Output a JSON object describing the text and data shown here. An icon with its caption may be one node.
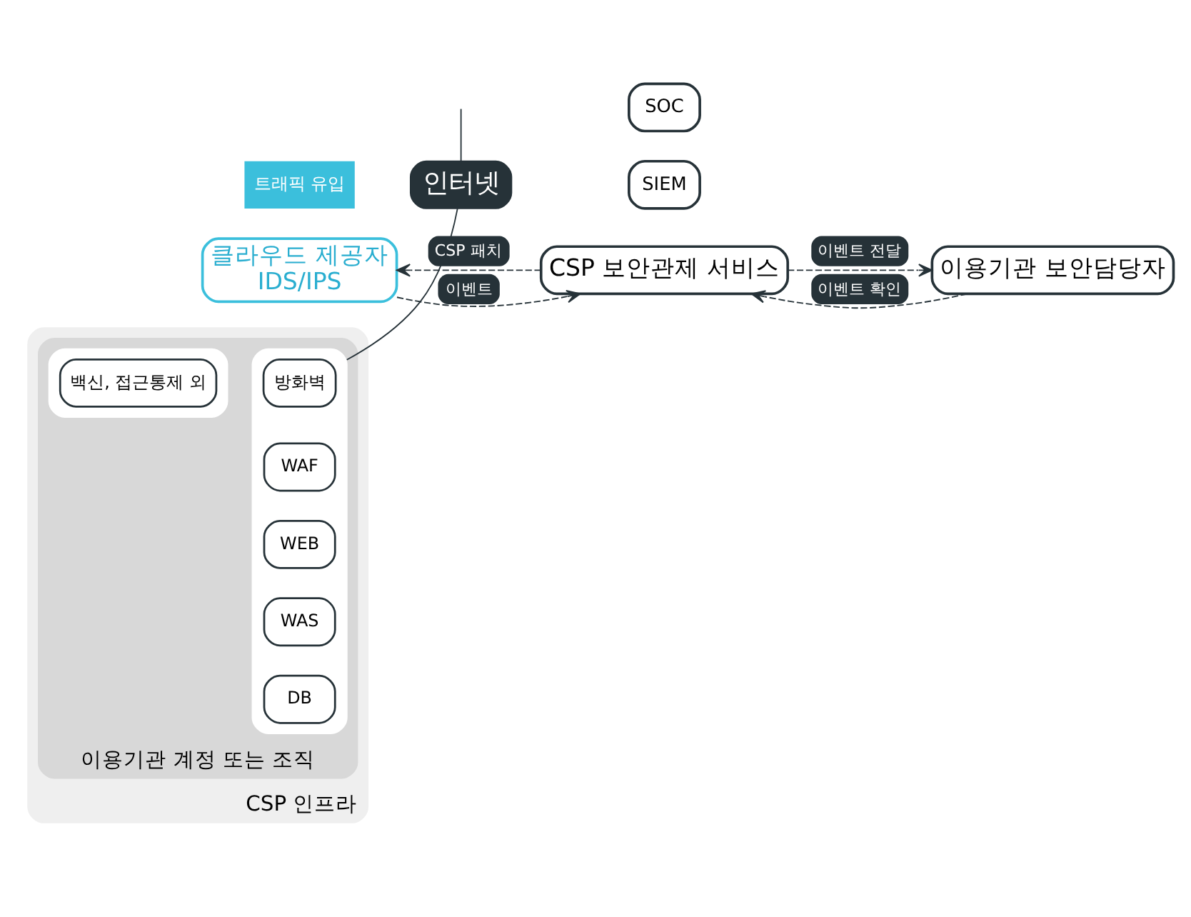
{
  "diagram": {
    "nodes": [
      {
        "text": [
          "인터넷"
        ]
      },
      {
        "text": [
          "클라우드 제공자",
          "IDS/IPS"
        ]
      },
      {
        "text": [
          "CSP 보안관제 서비스"
        ]
      },
      {
        "text": [
          "SOC"
        ]
      },
      {
        "text": [
          "SIEM"
        ]
      },
      {
        "text": [
          "이용기관 보안담당자"
        ]
      },
      {
        "text": [
          "CSP 인프라"
        ]
      },
      {
        "text": [
          "이용기관 계정 또는 조직"
        ],
        "in": 6
      },
      {
        "text": [],
        "shape": "box",
        "in": 7
      },
      {
        "text": [
          "방화벽"
        ],
        "in": 8
      },
      {
        "text": [
          "WAF"
        ],
        "in": 8
      },
      {
        "text": [
          "WEB"
        ],
        "in": 8
      },
      {
        "text": [
          "WAS"
        ],
        "in": 8
      },
      {
        "text": [
          "DB"
        ],
        "in": 8
      },
      {
        "text": [],
        "shape": "box",
        "in": 7
      },
      {
        "text": [
          "백신, 접근통제 외"
        ],
        "in": 14
      }
    ],
    "edges": [
      {
        "from": null,
        "to": 0,
        "arrow": "none"
      },
      {
        "from": 0,
        "to": 8,
        "arrow": "none"
      },
      {
        "from": 2,
        "to": 1,
        "arrow": "to",
        "style": "dashed",
        "label": "CSP 패치"
      },
      {
        "from": 1,
        "to": 2,
        "arrow": "to",
        "style": "dashed",
        "label": "이벤트"
      },
      {
        "from": 2,
        "to": 5,
        "arrow": "to",
        "style": "dashed",
        "label": "이벤트 전달"
      },
      {
        "from": 5,
        "to": 2,
        "arrow": "to",
        "style": "dashed",
        "label": "이벤트 확인"
      }
    ],
    "labels": [
      "트래픽 유입"
    ]
  }
}
